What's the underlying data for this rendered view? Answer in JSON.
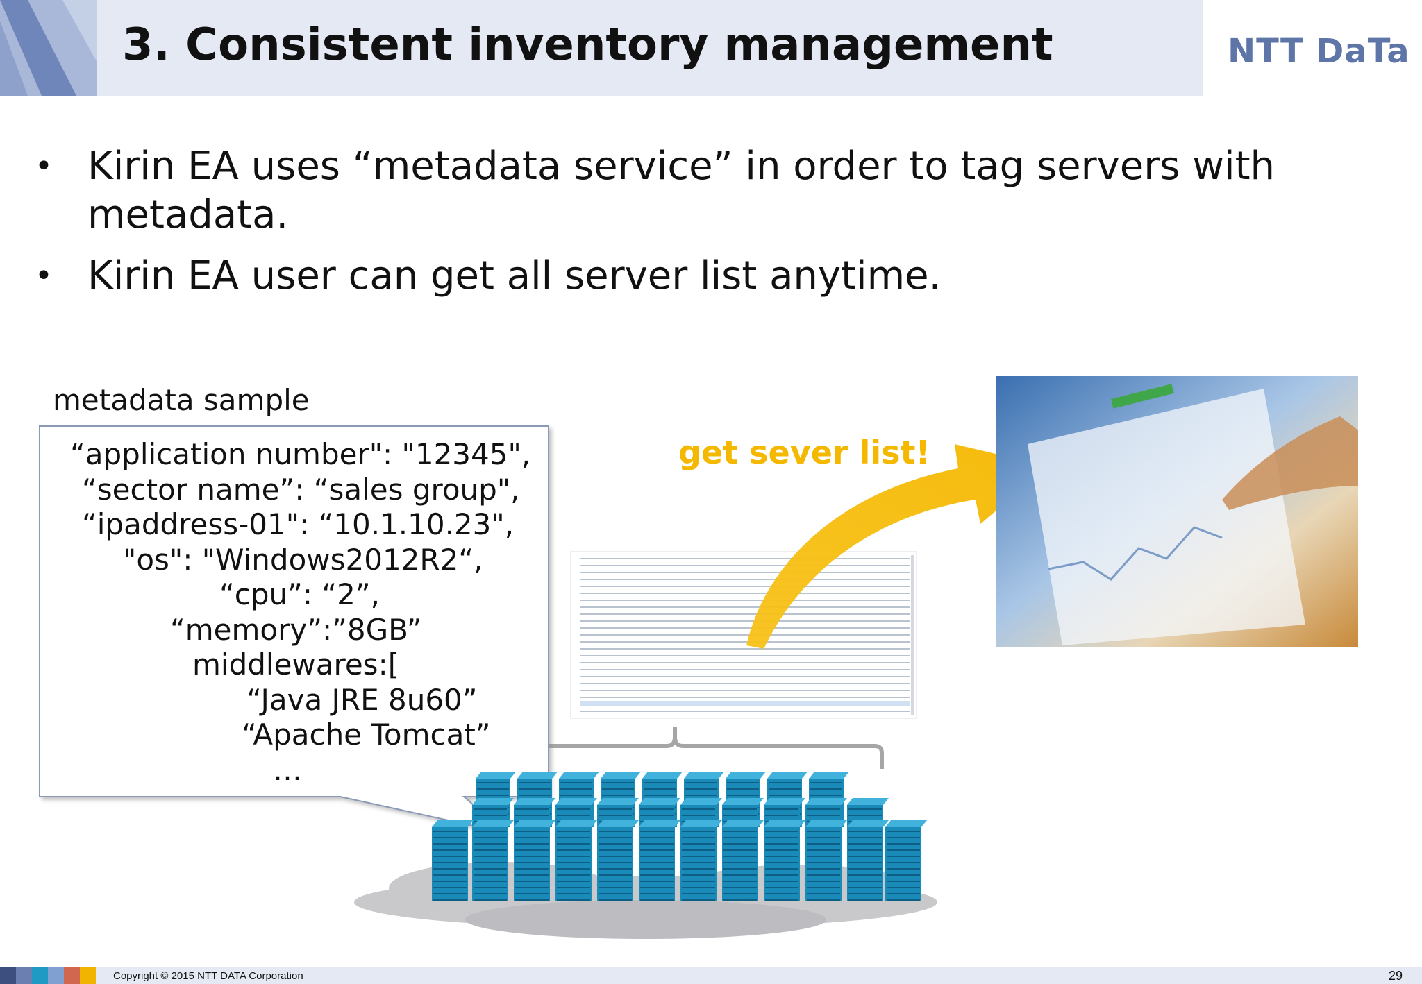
{
  "header": {
    "title": "3. Consistent inventory management",
    "logo_text": "NTT DaTa"
  },
  "bullets": [
    "Kirin EA uses “metadata service” in order to tag servers with metadata.",
    "Kirin EA user can get all server list anytime."
  ],
  "metadata_sample": {
    "label": "metadata sample",
    "lines": [
      "“application number\": \"12345\",",
      "“sector name”: “sales group\",",
      "“ipaddress-01\": “10.1.10.23\",",
      "\"os\": \"Windows2012R2“,",
      "“cpu”: “2”,",
      "“memory”:”8GB”",
      "middlewares:[",
      "“Java JRE 8u60”",
      "“Apache Tomcat”",
      "…"
    ]
  },
  "arrow_label": "get sever list!",
  "footer": {
    "copyright": "Copyright © 2015 NTT DATA Corporation",
    "page_number": "29"
  },
  "colors": {
    "header_bg": "#e4e9f3",
    "accent_yellow": "#f5b800",
    "logo_blue": "#5d76a7",
    "server_blue": "#1a8ab8"
  },
  "icons": [
    "server-rack-icon",
    "cloud-shape",
    "curved-arrow-icon",
    "server-list-screenshot",
    "chart-touch-photo"
  ]
}
